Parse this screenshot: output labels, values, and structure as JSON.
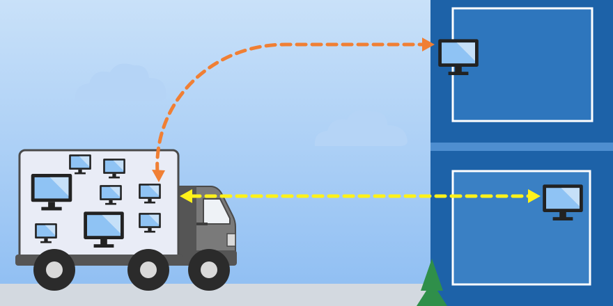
{
  "colors": {
    "sky_top": "#c9e1f9",
    "sky_bottom": "#8dbdf2",
    "cloud": "#b5d4f6",
    "road": "#d3d9e0",
    "building": "#1d62a8",
    "building_dark": "#17569a",
    "floor_divider": "#4e8ed0",
    "window_fill": "#2e76bd",
    "window_lower_fill": "#3a80c4",
    "window_border": "#ffffff",
    "truck_box": "#e9ecf6",
    "truck_outline": "#4a4a4a",
    "cab": "#7a7a7a",
    "cab_dark": "#555555",
    "wheel": "#2b2b2b",
    "hub": "#d9d9d9",
    "monitor_frame": "#222222",
    "monitor_screen": "#8fc3f4",
    "monitor_glare": "#c6e0f8",
    "tree": "#2f8f4a",
    "arrow_orange": "#f07f34",
    "arrow_yellow": "#fff21a"
  },
  "icons": {
    "cargo_monitor": "monitor-icon",
    "target_monitor": "monitor-icon",
    "vehicle": "delivery-truck-icon",
    "tree": "pine-tree-icon",
    "cloud": "cloud-icon"
  },
  "connections": [
    {
      "name": "orange-dashed-bidirectional-arrow",
      "from": "truck-monitor",
      "to": "upper-floor-monitor",
      "style": "dashed",
      "color": "arrow_orange"
    },
    {
      "name": "yellow-dashed-bidirectional-arrow",
      "from": "truck-monitor",
      "to": "lower-floor-monitor",
      "style": "dashed",
      "color": "arrow_yellow"
    }
  ]
}
